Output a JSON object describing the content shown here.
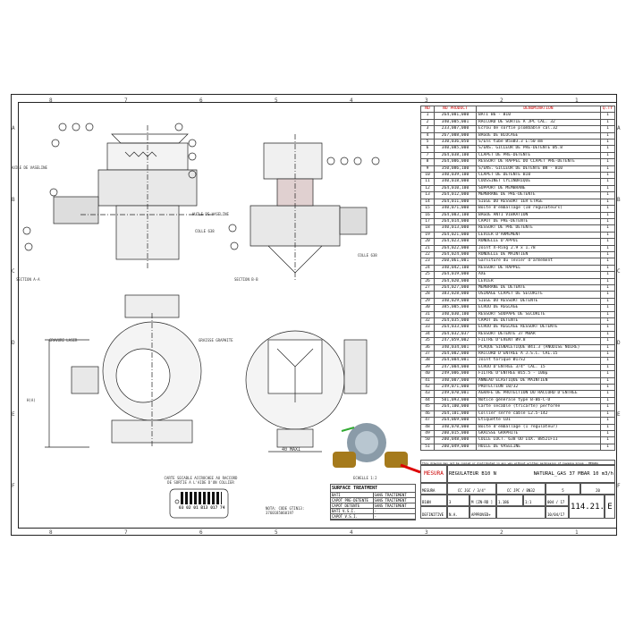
{
  "grid": {
    "columns": [
      "8",
      "7",
      "6",
      "5",
      "4",
      "3",
      "2",
      "1"
    ],
    "rows": [
      "A",
      "B",
      "C",
      "D",
      "E",
      "F"
    ]
  },
  "parts_table": {
    "headers": [
      "NO",
      "NO PRODUCT",
      "DENOMINATION",
      "Q.TY"
    ],
    "rows": [
      [
        "1",
        "264,001,000",
        "BATI B6 - B10",
        "1"
      ],
      [
        "2",
        "340,005,001",
        "RACCORD DE SORTIE A JPC CAL. 32",
        "1"
      ],
      [
        "3",
        "233,007,000",
        "Ecrou de sortie plombable cal.32",
        "1"
      ],
      [
        "4",
        "267,008,000",
        "BAGUE DE BLOCAGE",
        "1"
      ],
      [
        "5",
        "330,036,050",
        "S/Ens tube Ø5xØ3.3 L:50 mm",
        "1"
      ],
      [
        "6",
        "340,085,000",
        "S/ENS. GICLEUR DE PRE-DETENTE Ø5.8",
        "1"
      ],
      [
        "7",
        "264,038,100",
        "CLAPET DE PRE-DETENTE",
        "1"
      ],
      [
        "8",
        "264,006,000",
        "RESSORT DE RAPPEL DU CLAPET PRE-DETENTE",
        "1"
      ],
      [
        "9",
        "350,086,100",
        "S/ENS. GICLEUR DE DETENTE Ø8 - B10",
        "1"
      ],
      [
        "10",
        "340,039,100",
        "CLAPET DE DETENTE B10",
        "1"
      ],
      [
        "11",
        "340,018,000",
        "COUSSINET CYLINDRIQUE",
        "1"
      ],
      [
        "12",
        "264,010,100",
        "SUPPORT DE MEMBRANE",
        "1"
      ],
      [
        "13",
        "264,012,000",
        "MEMBRANE DE PRE-DETENTE",
        "1"
      ],
      [
        "14",
        "264,011,000",
        "SIEGE DU RESSORT 1ER ETAGE",
        "1"
      ],
      [
        "15",
        "340,071,000",
        "Boite d'emballage (10 regulateurs)",
        "1"
      ],
      [
        "16",
        "264,003,100",
        "BAGUE ANTI VIBRATION",
        "1"
      ],
      [
        "17",
        "264,014,000",
        "CAPOT DE PRE-DETENTE",
        "1"
      ],
      [
        "18",
        "340,013,000",
        "RESSORT DE PRE DETENTE",
        "1"
      ],
      [
        "19",
        "264,021,000",
        "LEVIER D'ARMEMENT",
        "1"
      ],
      [
        "20",
        "264,023,000",
        "RONDELLE D'APPUI",
        "1"
      ],
      [
        "21",
        "264,022,000",
        "Joint X-Ring 2.9 x 1.78",
        "1"
      ],
      [
        "22",
        "264,024,000",
        "RONDELLE DE MAINTIEN",
        "1"
      ],
      [
        "23",
        "260,061,001",
        "Garniture du levier d'armement",
        "1"
      ],
      [
        "24",
        "340,042,100",
        "RESSORT DE RAPPEL",
        "1"
      ],
      [
        "25",
        "264,019,000",
        "AXE",
        "1"
      ],
      [
        "26",
        "264,020,000",
        "LEVIER",
        "1"
      ],
      [
        "27",
        "264,027,000",
        "MEMBRANE DE DETENTE",
        "1"
      ],
      [
        "28",
        "383,028,000",
        "USINAGE CLAPET DE SECURITE",
        "1"
      ],
      [
        "29",
        "340,029,000",
        "SIEGE DU RESSORT DETENTE",
        "1"
      ],
      [
        "30",
        "385,005,000",
        "ECROU DE REGLAGE",
        "1"
      ],
      [
        "31",
        "340,030,100",
        "RESSORT SOUPAPE DE SECURITE",
        "1"
      ],
      [
        "32",
        "264,035,000",
        "CAPOT DE DETENTE",
        "1"
      ],
      [
        "33",
        "264,033,000",
        "ECROU DE REGLAGE RESSORT DETENTE",
        "1"
      ],
      [
        "34",
        "264,032,037",
        "RESSORT DETENTE 37 MBAR",
        "1"
      ],
      [
        "35",
        "247,059,002",
        "FILTRE D'EVENT Ø9.8",
        "1"
      ],
      [
        "36",
        "340,034,001",
        "PLAQUE SIGNALETIQUE Ø41.3 (ANODISE NOIRE)",
        "1"
      ],
      [
        "37",
        "264,002,000",
        "RACCORD D'ENTREE A J.S.C. CAL.15",
        "1"
      ],
      [
        "38",
        "264,004,001",
        "Joint torique Ø17x2",
        "1"
      ],
      [
        "39",
        "247,004,000",
        "ECROU D'ENTREE 3/4\" CAL. 15",
        "1"
      ],
      [
        "40",
        "249,006,000",
        "FILTRE D'ENTREE Ø15.5 - 100µ",
        "1"
      ],
      [
        "41",
        "340,007,000",
        "ANNEAU ELASTIQUE DE MAINTIEN",
        "1"
      ],
      [
        "42",
        "249,071,000",
        "PROTECTION 10/32",
        "1"
      ],
      [
        "43",
        "249,070,001",
        "AGRAFE DE PROTECTION DU RACCORD D'ENTREE",
        "1"
      ],
      [
        "44",
        "501,093,000",
        "Notice générale type B-Bb-C-D",
        "1"
      ],
      [
        "45",
        "264,100,000",
        "Carte secable (tricarte) perforée",
        "1"
      ],
      [
        "46",
        "264,101,000",
        "Collier serre cable L2.5-142",
        "1"
      ],
      [
        "47",
        "264,069,000",
        "Etiquette CDI",
        "1"
      ],
      [
        "48",
        "340,070,000",
        "Boite d'emballage (1 regulateur)",
        "1"
      ],
      [
        "49",
        "200,015,000",
        "GRAISSE GRAPHITE",
        "1"
      ],
      [
        "50",
        "200,048,000",
        "COLLE LOCT. 638 OU LOX. 8852IF11",
        "1"
      ],
      [
        "51",
        "200,049,000",
        "HUILE DE VASELINE",
        "1"
      ]
    ]
  },
  "title_block": {
    "notice": "This drawing may not be copied or distributed in any way without written permission of Cavagna Group - MESURA",
    "logo": "MESURA",
    "designation": "REGULATEUR B10 N",
    "gas": "NATURAL_GAS 37 MBAR   10 m3/h",
    "company": "MESURA",
    "inlet": "CC JGC / 3/4\"",
    "outlet": "CC JPC / BN32",
    "pe": "5",
    "ps": "20",
    "model": "B10N",
    "qty": "3",
    "ref": "M [ZN-RD ]",
    "weight": "1.186",
    "scale": "1:1",
    "format": "004 / 17",
    "status": "DEFINITIVE",
    "project": "N.A.",
    "approval": "APPROVED+",
    "date": "10/04/17",
    "drawing_number": "114.21.2004",
    "revision": "E"
  },
  "labels": {
    "section_aa": "SECTION A-A",
    "section_bb": "SECTION B-B",
    "huile_vaseline": "HUILE DE VASELINE",
    "colle": "COLLE 638",
    "gravure": "GRAVURE LASER",
    "graisse": "GRAISSE GRAPHITE",
    "echelle": "ECHELLE 1:2",
    "dim_40": "40 MAXI",
    "dim_h": "H(A)",
    "carte": "CARTE SECABLE ACCROCHEE AU RACCORD DE SORTIE A L'AIDE D'UN COLLIER",
    "barcode": "03 02 01 B13 017 74",
    "nota": "NOTA: CODE GTIN13: 3760185060197"
  },
  "surface_treatment": {
    "title": "SURFACE TREATMENT",
    "rows": [
      [
        "BATI",
        "SANS TRAITEMENT"
      ],
      [
        "CAPOT PRE-DETENTE",
        "SANS TRAITEMENT"
      ],
      [
        "CAPOT DETENTE",
        "SANS TRAITEMENT"
      ],
      [
        "BATI V.S.I.",
        "-"
      ],
      [
        "CAPOT V.S.I.",
        "-"
      ]
    ]
  }
}
